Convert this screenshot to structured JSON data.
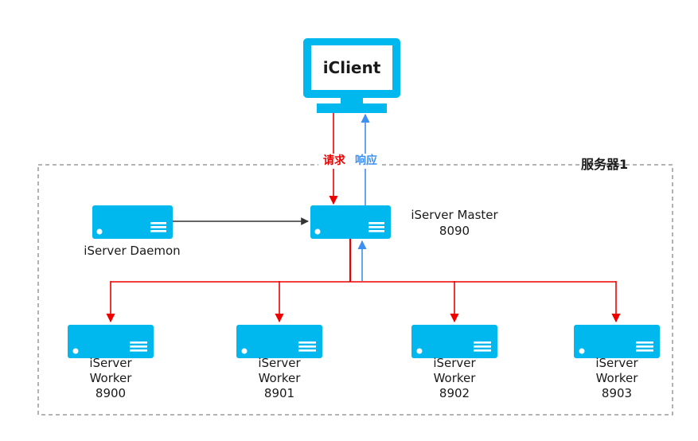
{
  "client": {
    "label": "iClient"
  },
  "boundary": {
    "label": "服务器1"
  },
  "arrows": {
    "request_label": "请求",
    "response_label": "响应"
  },
  "daemon": {
    "label": "iServer Daemon"
  },
  "master": {
    "name": "iServer Master",
    "port": "8090"
  },
  "workers": [
    {
      "name_line1": "iServer",
      "name_line2": "Worker",
      "port": "8900"
    },
    {
      "name_line1": "iServer",
      "name_line2": "Worker",
      "port": "8901"
    },
    {
      "name_line1": "iServer",
      "name_line2": "Worker",
      "port": "8902"
    },
    {
      "name_line1": "iServer",
      "name_line2": "Worker",
      "port": "8903"
    }
  ],
  "colors": {
    "node_fill": "#00b8ee",
    "request": "#ee0000",
    "response": "#3d8ff2",
    "connector": "#333333",
    "boundary_stroke": "#888888"
  }
}
